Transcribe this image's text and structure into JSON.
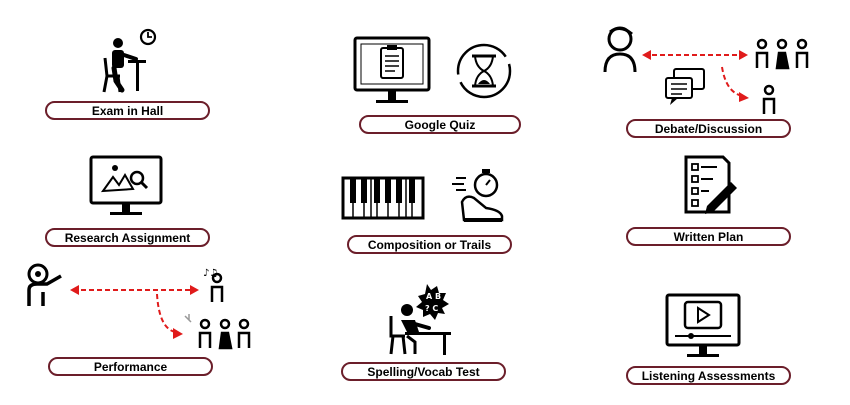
{
  "colors": {
    "label_border": "#6b1e2a",
    "arrow": "#e01b1b",
    "icon": "#000000"
  },
  "items": [
    {
      "label": "Exam in Hall",
      "icon": "student-desk-clock-icon"
    },
    {
      "label": "Google Quiz",
      "icon": "monitor-clipboard-hourglass-icon"
    },
    {
      "label": "Debate/Discussion",
      "icon": "debate-people-icon"
    },
    {
      "label": "Research Assignment",
      "icon": "monitor-image-search-icon"
    },
    {
      "label": "Composition or Trails",
      "icon": "piano-stopwatch-shoe-icon"
    },
    {
      "label": "Written Plan",
      "icon": "document-pencil-icon"
    },
    {
      "label": "Performance",
      "icon": "performer-audience-icon"
    },
    {
      "label": "Spelling/Vocab Test",
      "icon": "student-speech-bubble-icon"
    },
    {
      "label": "Listening Assessments",
      "icon": "monitor-play-icon"
    }
  ]
}
